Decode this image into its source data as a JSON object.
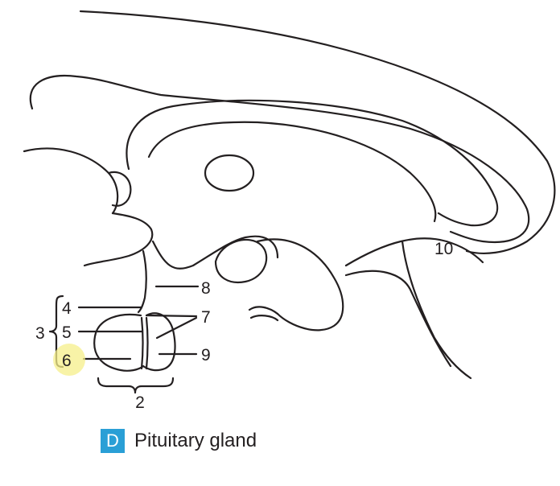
{
  "figure": {
    "labels": {
      "l2": "2",
      "l3": "3",
      "l4": "4",
      "l5": "5",
      "l6": "6",
      "l7": "7",
      "l8": "8",
      "l9": "9",
      "l10": "10"
    },
    "highlight_color": "#f6ef8a",
    "line_color": "#231f20"
  },
  "caption": {
    "letter": "D",
    "text": "Pituitary gland",
    "badge_color": "#2a9fd6"
  }
}
